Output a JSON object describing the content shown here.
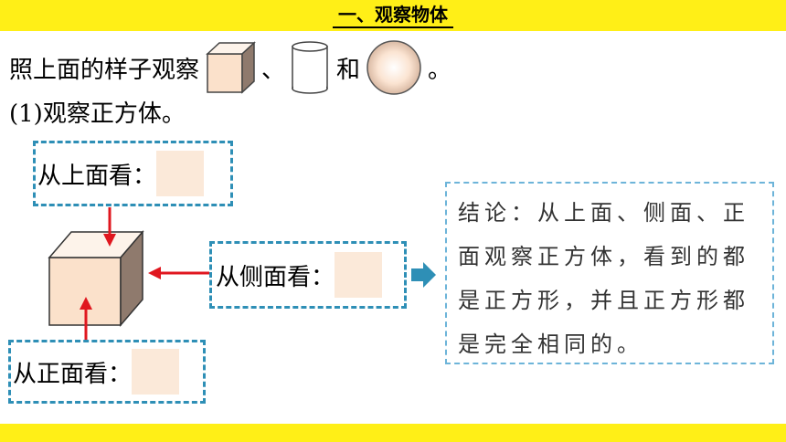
{
  "header": {
    "title": "一、观察物体"
  },
  "intro": {
    "prefix": "照上面的样子观察",
    "separator": "、",
    "conjunction": "和",
    "end": "。"
  },
  "task": {
    "label": "(1)观察正方体。"
  },
  "views": {
    "top_label": "从上面看：",
    "side_label": "从侧面看：",
    "front_label": "从正面看："
  },
  "conclusion": {
    "lines": [
      "结论：从上面、侧面、正",
      "面观察正方体，看到的都",
      "是正方形，并且正方形都",
      "是完全相同的。"
    ]
  },
  "colors": {
    "banner": "#ffef17",
    "dashed_border": "#2e8fb6",
    "arrow": "#e0171f",
    "pointer": "#2e8fb6",
    "square_fill": "#fbe9d9"
  }
}
